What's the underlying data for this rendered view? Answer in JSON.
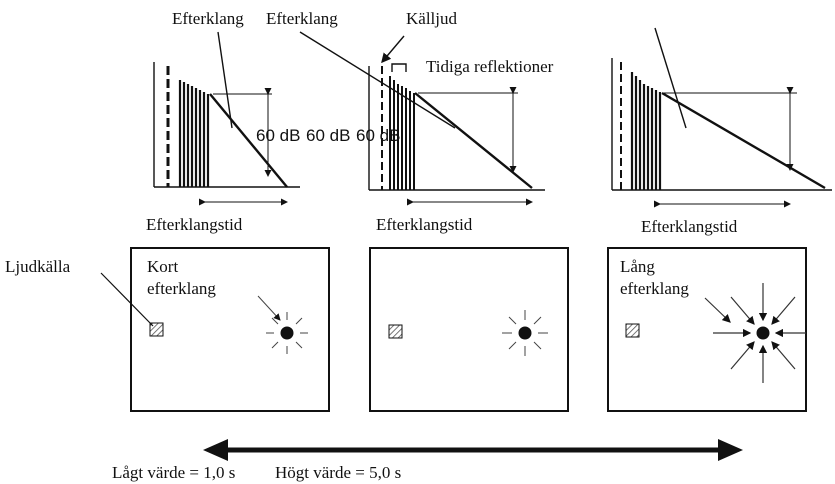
{
  "labels": {
    "reverb_a": "Efterklang",
    "reverb_b": "Efterklang",
    "direct_sound": "Källjud",
    "early_reflections": "Tidiga reflektioner",
    "db_1": "60 dB",
    "db_2": "60 dB",
    "db_3": "60 dB",
    "decay_time_1": "Efterklangstid",
    "decay_time_2": "Efterklangstid",
    "decay_time_3": "Efterklangstid",
    "sound_source": "Ljudkälla",
    "short_reverb_line1": "Kort",
    "short_reverb_line2": "efterklang",
    "long_reverb_line1": "Lång",
    "long_reverb_line2": "efterklang",
    "scale_low": "Lågt värde = 1,0 s",
    "scale_high": "Högt värde = 5,0 s"
  },
  "colors": {
    "ink": "#111111",
    "hatch": "#777777"
  }
}
